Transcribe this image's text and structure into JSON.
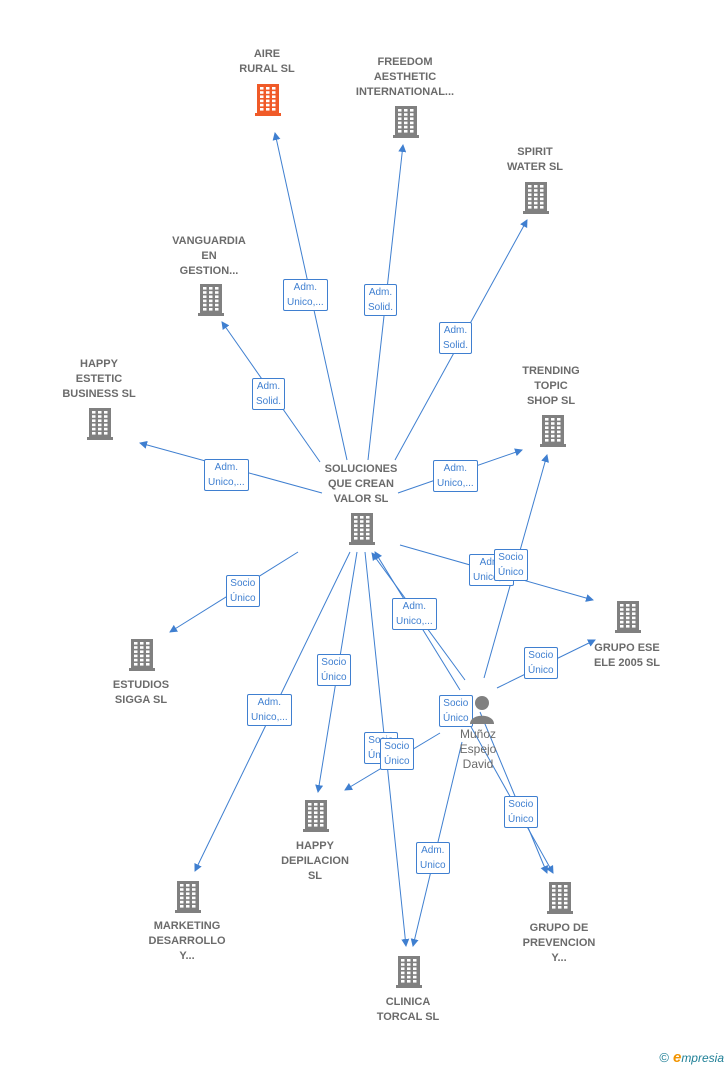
{
  "nodes": [
    {
      "id": "aire",
      "lines": [
        "AIRE",
        "RURAL  SL"
      ],
      "color": "#f05a28"
    },
    {
      "id": "freedom",
      "lines": [
        "FREEDOM",
        "AESTHETIC",
        "INTERNATIONAL..."
      ],
      "color": "#808080"
    },
    {
      "id": "spirit",
      "lines": [
        "SPIRIT",
        "WATER  SL"
      ],
      "color": "#808080"
    },
    {
      "id": "vanguardia",
      "lines": [
        "VANGUARDIA",
        "EN",
        "GESTION..."
      ],
      "color": "#808080"
    },
    {
      "id": "happy_estetic",
      "lines": [
        "HAPPY",
        "ESTETIC",
        "BUSINESS  SL"
      ],
      "color": "#808080"
    },
    {
      "id": "trending",
      "lines": [
        "TRENDING",
        "TOPIC",
        "SHOP  SL"
      ],
      "color": "#808080"
    },
    {
      "id": "soluciones",
      "lines": [
        "SOLUCIONES",
        "QUE CREAN",
        "VALOR  SL"
      ],
      "color": "#808080"
    },
    {
      "id": "grupo_ese",
      "lines": [
        "GRUPO ESE",
        "ELE 2005 SL"
      ],
      "color": "#808080"
    },
    {
      "id": "estudios",
      "lines": [
        "ESTUDIOS",
        "SIGGA  SL"
      ],
      "color": "#808080"
    },
    {
      "id": "happy_depilacion",
      "lines": [
        "HAPPY",
        "DEPILACION",
        "SL"
      ],
      "color": "#808080"
    },
    {
      "id": "marketing",
      "lines": [
        "MARKETING",
        "DESARROLLO",
        "Y..."
      ],
      "color": "#808080"
    },
    {
      "id": "grupo_prevencion",
      "lines": [
        "GRUPO DE",
        "PREVENCION",
        "Y..."
      ],
      "color": "#808080"
    },
    {
      "id": "clinica",
      "lines": [
        "CLINICA",
        "TORCAL  SL"
      ],
      "color": "#808080"
    }
  ],
  "person": {
    "lines": [
      "Muñoz",
      "Espejo",
      "David"
    ]
  },
  "relations": [
    {
      "id": "r_aire",
      "lines": [
        "Adm.",
        "Unico,..."
      ]
    },
    {
      "id": "r_freedom",
      "lines": [
        "Adm.",
        "Solid."
      ]
    },
    {
      "id": "r_spirit",
      "lines": [
        "Adm.",
        "Solid."
      ]
    },
    {
      "id": "r_vanguardia",
      "lines": [
        "Adm.",
        "Solid."
      ]
    },
    {
      "id": "r_happy_estetic",
      "lines": [
        "Adm.",
        "Unico,..."
      ]
    },
    {
      "id": "r_trending",
      "lines": [
        "Adm.",
        "Unico,..."
      ]
    },
    {
      "id": "r_grupo_ese_a",
      "lines": [
        "Adm.",
        "Unico,..."
      ]
    },
    {
      "id": "r_trending_p",
      "lines": [
        "Socio",
        "Único"
      ]
    },
    {
      "id": "r_estudios",
      "lines": [
        "Socio",
        "Único"
      ]
    },
    {
      "id": "r_person_sol",
      "lines": [
        "Adm.",
        "Unico,..."
      ]
    },
    {
      "id": "r_grupo_ese_p",
      "lines": [
        "Socio",
        "Único"
      ]
    },
    {
      "id": "r_happy_dep",
      "lines": [
        "Socio",
        "Único"
      ]
    },
    {
      "id": "r_marketing",
      "lines": [
        "Adm.",
        "Unico,..."
      ]
    },
    {
      "id": "r_person_center",
      "lines": [
        "Socio",
        "Único"
      ]
    },
    {
      "id": "r_happy_dep_p_a",
      "lines": [
        "Socio",
        "Único"
      ]
    },
    {
      "id": "r_happy_dep_p_b",
      "lines": [
        "Socio",
        "Único"
      ]
    },
    {
      "id": "r_prevencion",
      "lines": [
        "Socio",
        "Único"
      ]
    },
    {
      "id": "r_clinica",
      "lines": [
        "Adm.",
        "Unico"
      ]
    }
  ],
  "footer": {
    "copyright": "©",
    "brand_e": "e",
    "brand_rest": "mpresia"
  },
  "colors": {
    "edge": "#3f7fd0",
    "building": "#808080",
    "highlight": "#f05a28"
  }
}
